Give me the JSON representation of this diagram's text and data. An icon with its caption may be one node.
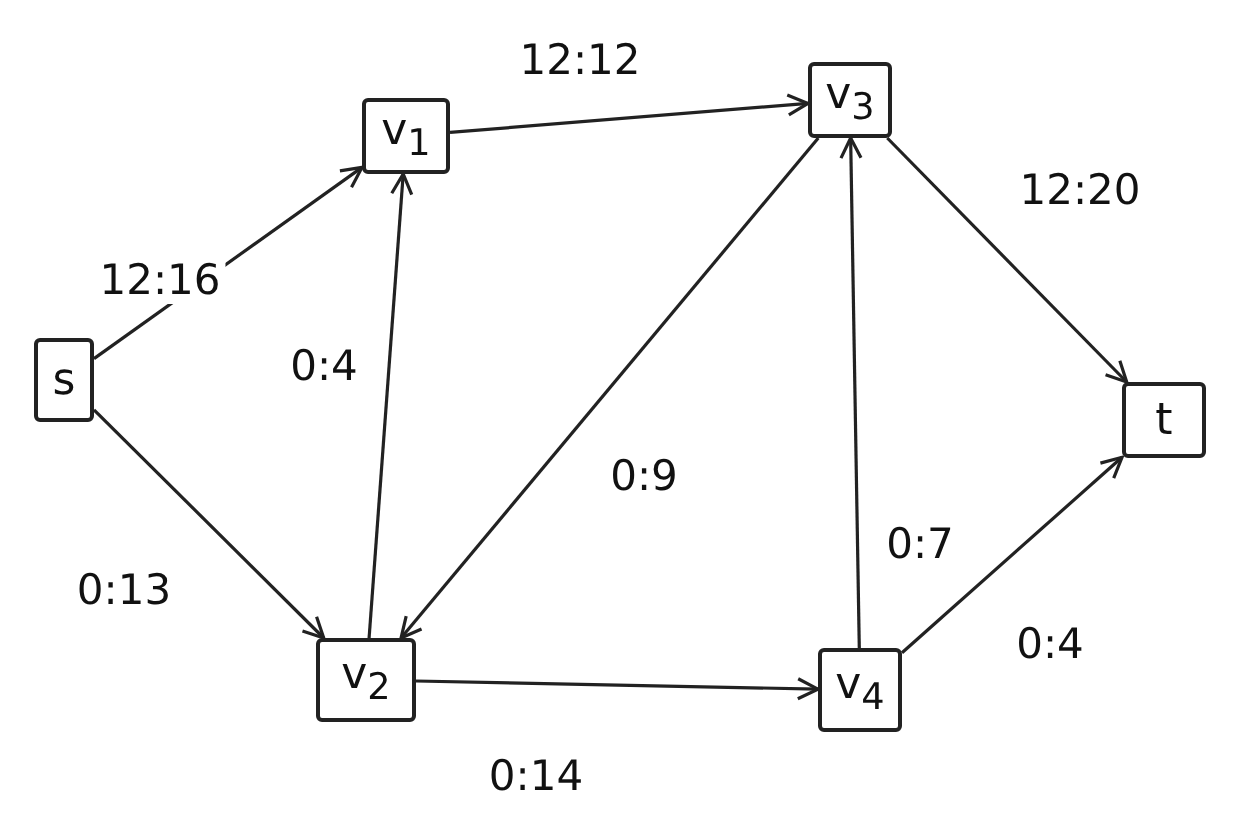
{
  "diagram": {
    "nodes": [
      {
        "text": [
          "s"
        ]
      },
      {
        "text": [
          "v$_{1}$"
        ]
      },
      {
        "text": [
          "v$_{3}$"
        ]
      },
      {
        "text": [
          "t"
        ]
      },
      {
        "text": [
          "v$_{2}$"
        ]
      },
      {
        "text": [
          "v$_{4}$"
        ]
      }
    ],
    "edges": [
      {
        "from": 0,
        "to": 1,
        "arrow": "to",
        "label": "12:16"
      },
      {
        "from": 0,
        "to": 4,
        "arrow": "to",
        "label": "0:13"
      },
      {
        "from": 4,
        "to": 1,
        "arrow": "to",
        "label": "0:4"
      },
      {
        "from": 1,
        "to": 2,
        "arrow": "to",
        "label": "12:12"
      },
      {
        "from": 2,
        "to": 4,
        "arrow": "to",
        "label": "0:9"
      },
      {
        "from": 4,
        "to": 5,
        "arrow": "to",
        "label": "0:14"
      },
      {
        "from": 5,
        "to": 2,
        "arrow": "to",
        "label": "0:7"
      },
      {
        "from": 2,
        "to": 3,
        "arrow": "to",
        "label": "12:20"
      },
      {
        "from": 5,
        "to": 3,
        "arrow": "to",
        "label": "0:4"
      }
    ]
  }
}
